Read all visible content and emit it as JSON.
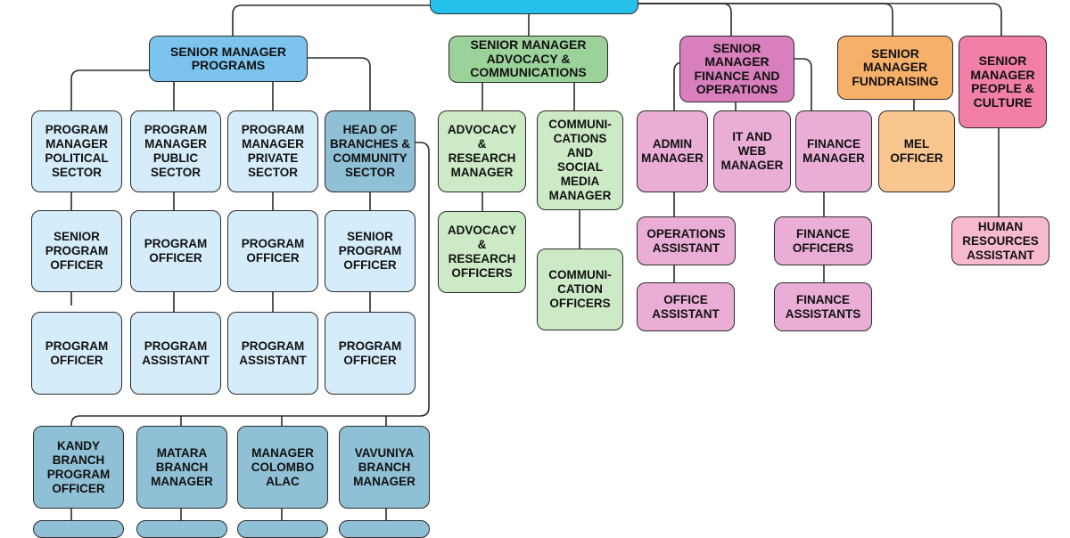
{
  "nodes": {
    "sm_programs": "SENIOR MANAGER\nPROGRAMS",
    "sm_advocacy": "SENIOR MANAGER\nADVOCACY &\nCOMMUNICATIONS",
    "sm_finance": "SENIOR\nMANAGER\nFINANCE AND\nOPERATIONS",
    "sm_fundraising": "SENIOR\nMANAGER\nFUNDRAISING",
    "sm_people": "SENIOR\nMANAGER\nPEOPLE &\nCULTURE",
    "pm_political": "PROGRAM\nMANAGER\nPOLITICAL\nSECTOR",
    "pm_public": "PROGRAM\nMANAGER\nPUBLIC\nSECTOR",
    "pm_private": "PROGRAM\nMANAGER\nPRIVATE\nSECTOR",
    "head_branches": "HEAD OF\nBRANCHES &\nCOMMUNITY\nSECTOR",
    "spo_political": "SENIOR\nPROGRAM\nOFFICER",
    "po_public_1": "PROGRAM\nOFFICER",
    "po_private_1": "PROGRAM\nOFFICER",
    "spo_branches": "SENIOR\nPROGRAM\nOFFICER",
    "po_political_2": "PROGRAM\nOFFICER",
    "pa_public": "PROGRAM\nASSISTANT",
    "pa_private": "PROGRAM\nASSISTANT",
    "po_branches_2": "PROGRAM\nOFFICER",
    "kandy": "KANDY\nBRANCH\nPROGRAM\nOFFICER",
    "matara": "MATARA\nBRANCH\nMANAGER",
    "colombo": "MANAGER\nCOLOMBO\nALAC",
    "vavuniya": "VAVUNIYA\nBRANCH\nMANAGER",
    "adv_manager": "ADVOCACY\n&\nRESEARCH\nMANAGER",
    "adv_officers": "ADVOCACY\n&\nRESEARCH\nOFFICERS",
    "comm_manager": "COMMUNI-\nCATIONS\nAND\nSOCIAL\nMEDIA\nMANAGER",
    "comm_officers": "COMMUNI-\nCATION\nOFFICERS",
    "admin_manager": "ADMIN\nMANAGER",
    "it_manager": "IT AND\nWEB\nMANAGER",
    "finance_manager": "FINANCE\nMANAGER",
    "ops_assistant": "OPERATIONS\nASSISTANT",
    "office_assistant": "OFFICE\nASSISTANT",
    "finance_officers": "FINANCE\nOFFICERS",
    "finance_assistants": "FINANCE\nASSISTANTS",
    "mel_officer": "MEL\nOFFICER",
    "hr_assistant": "HUMAN\nRESOURCES\nASSISTANT"
  },
  "colors": {
    "line": "#2b2b2b",
    "programs": "#7cc4ee",
    "programs_light": "#d5ecfa",
    "branches": "#8fc0d6",
    "advocacy": "#9bd29a",
    "advocacy_light": "#cdeac6",
    "finance": "#d97fbd",
    "finance_light": "#eaaed6",
    "fundraising": "#f6b06a",
    "fundraising_light": "#f9c690",
    "people": "#f27fa8",
    "people_light": "#f7b9cf",
    "top": "#26c0ec"
  }
}
